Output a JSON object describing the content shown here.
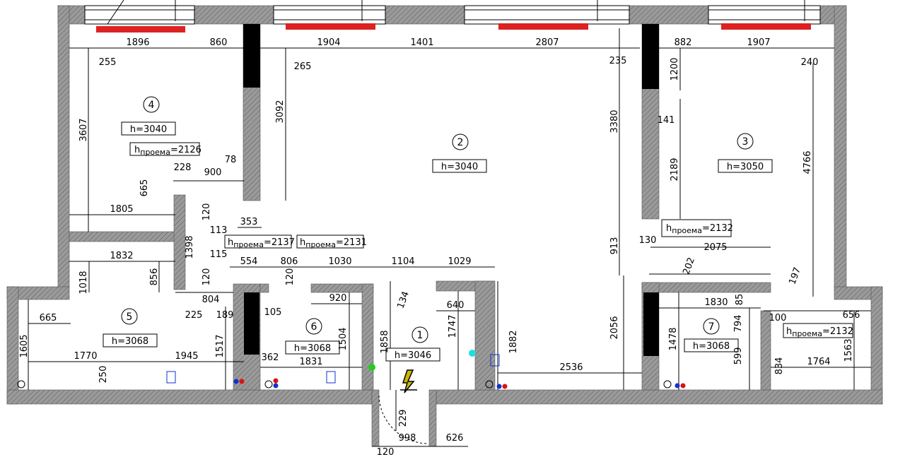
{
  "rooms": [
    {
      "number": "4",
      "height": "h=3040"
    },
    {
      "number": "2",
      "height": "h=3040"
    },
    {
      "number": "3",
      "height": "h=3050"
    },
    {
      "number": "5",
      "height": "h=3068"
    },
    {
      "number": "6",
      "height": "h=3068"
    },
    {
      "number": "1",
      "height": "h=3046"
    },
    {
      "number": "7",
      "height": "h=3068"
    }
  ],
  "openings": [
    {
      "label": "h",
      "sub": "проема",
      "value": "=2126"
    },
    {
      "label": "h",
      "sub": "проема",
      "value": "=2137"
    },
    {
      "label": "h",
      "sub": "проема",
      "value": "=2131"
    },
    {
      "label": "h",
      "sub": "проема",
      "value": "=2132"
    },
    {
      "label": "h",
      "sub": "проема",
      "value": "=2132"
    }
  ],
  "dimensions": [
    "1896",
    "860",
    "1904",
    "1401",
    "2807",
    "882",
    "1907",
    "255",
    "265",
    "235",
    "240",
    "3607",
    "3092",
    "3380",
    "1200",
    "4766",
    "141",
    "2189",
    "78",
    "228",
    "900",
    "665",
    "1805",
    "120",
    "113",
    "353",
    "1398",
    "115",
    "1832",
    "856",
    "120",
    "1018",
    "804",
    "225",
    "189",
    "105",
    "554",
    "806",
    "120",
    "1030",
    "1104",
    "1029",
    "134",
    "920",
    "640",
    "665",
    "1605",
    "1770",
    "1945",
    "1517",
    "250",
    "362",
    "1831",
    "1504",
    "1858",
    "1747",
    "1882",
    "229",
    "998",
    "626",
    "120",
    "2536",
    "2056",
    "913",
    "130",
    "2075",
    "202",
    "197",
    "1830",
    "85",
    "100",
    "656",
    "1478",
    "794",
    "599",
    "834",
    "1764",
    "1563"
  ],
  "colors": {
    "wall": "#999999",
    "ink": "#000000",
    "radiator": "#dd2222",
    "green": "#22cc22",
    "cyan": "#22dddd",
    "blue": "#1133cc",
    "red": "#dd1111"
  }
}
